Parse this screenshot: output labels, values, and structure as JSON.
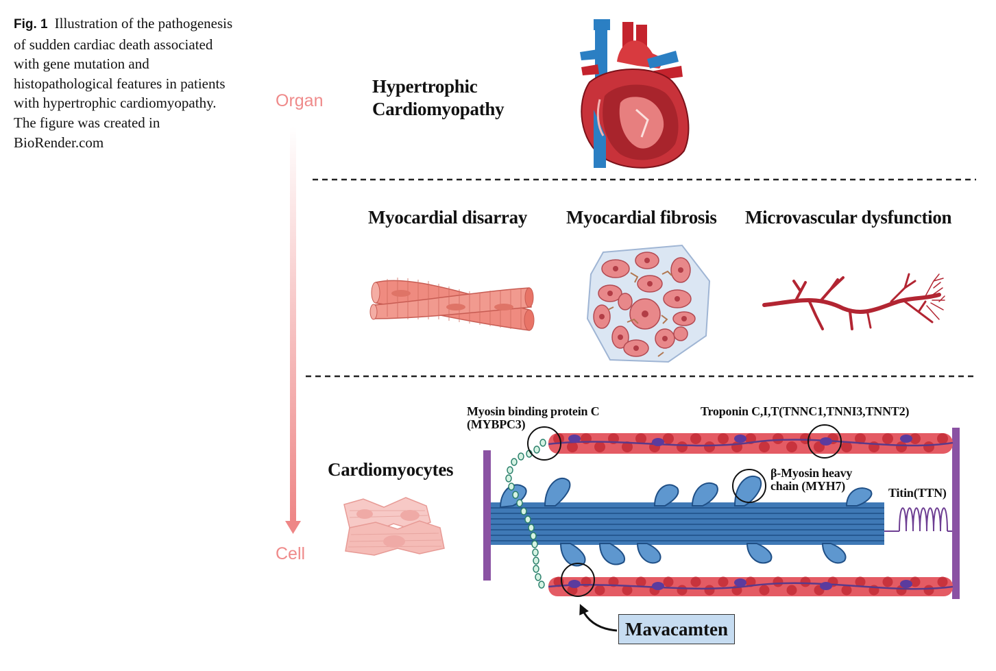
{
  "caption": {
    "fig_label": "Fig. 1",
    "text": "Illustration of the pathogenesis of sudden cardiac death associated with gene mutation and histopathological features in patients with hypertrophic cardiomyopathy. The figure was created in BioRender.com"
  },
  "axis": {
    "top_label": "Organ",
    "bottom_label": "Cell"
  },
  "organ": {
    "title_line1": "Hypertrophic",
    "title_line2": "Cardiomyopathy",
    "icon": "heart-icon"
  },
  "tissue": {
    "items": [
      {
        "label": "Myocardial disarray",
        "icon": "muscle-fiber-icon"
      },
      {
        "label": "Myocardial fibrosis",
        "icon": "fibrosis-tissue-icon"
      },
      {
        "label": "Microvascular dysfunction",
        "icon": "blood-vessel-icon"
      }
    ]
  },
  "cell": {
    "title": "Cardiomyocytes",
    "labels": {
      "mybpc3_line1": "Myosin binding protein C",
      "mybpc3_line2": "(MYBPC3)",
      "troponin": "Troponin C,I,T(TNNC1,TNNI3,TNNT2)",
      "myh7_line1": "β-Myosin heavy",
      "myh7_line2": "chain (MYH7)",
      "titin": "Titin(TTN)"
    },
    "drug": "Mavacamten"
  },
  "colors": {
    "axis_pink": "#ef8a8a",
    "myosin_blue": "#3f79b6",
    "z_disc_purple": "#8a52a3",
    "actin_red": "#d9454f",
    "drug_box": "#c6dcf1"
  }
}
